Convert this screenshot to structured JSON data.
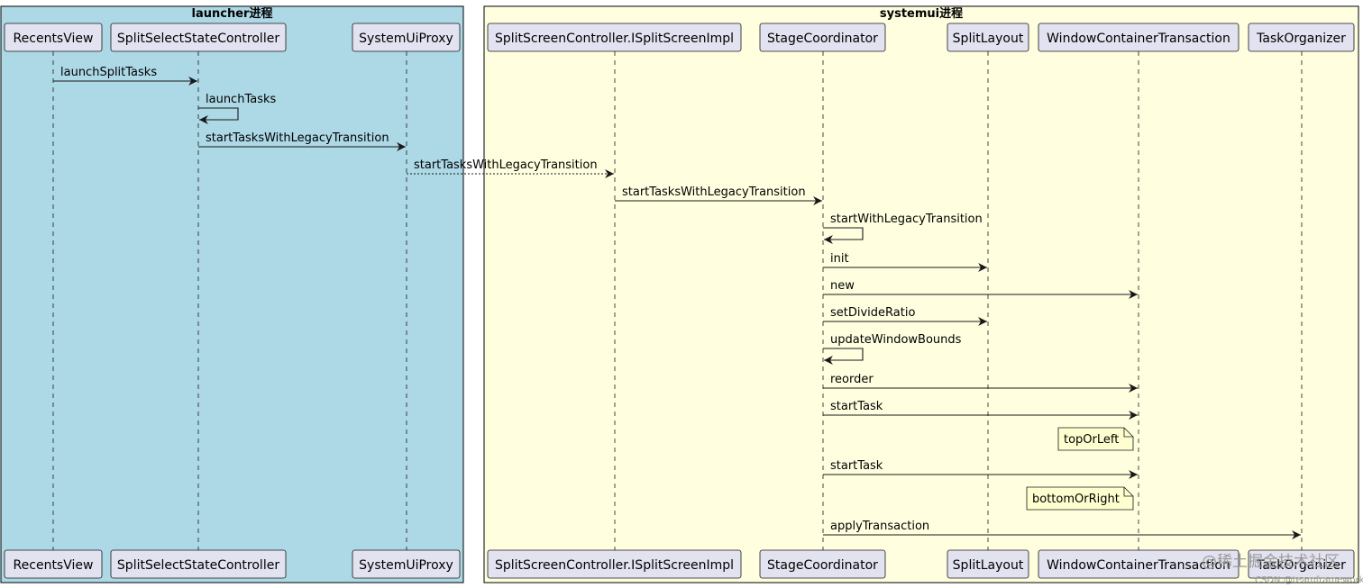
{
  "groups": [
    {
      "id": "launcher",
      "title": "launcher进程",
      "fill": "#add8e6"
    },
    {
      "id": "systemui",
      "title": "systemui进程",
      "fill": "#ffffe0"
    }
  ],
  "participants": [
    {
      "id": "recents",
      "label": "RecentsView",
      "group": "launcher"
    },
    {
      "id": "splitselect",
      "label": "SplitSelectStateController",
      "group": "launcher"
    },
    {
      "id": "sysproxy",
      "label": "SystemUiProxy",
      "group": "launcher"
    },
    {
      "id": "splitscreen",
      "label": "SplitScreenController.ISplitScreenImpl",
      "group": "systemui"
    },
    {
      "id": "stage",
      "label": "StageCoordinator",
      "group": "systemui"
    },
    {
      "id": "splitlayout",
      "label": "SplitLayout",
      "group": "systemui"
    },
    {
      "id": "wct",
      "label": "WindowContainerTransaction",
      "group": "systemui"
    },
    {
      "id": "taskorg",
      "label": "TaskOrganizer",
      "group": "systemui"
    }
  ],
  "messages": [
    {
      "from": "recents",
      "to": "splitselect",
      "label": "launchSplitTasks",
      "style": "solid"
    },
    {
      "from": "splitselect",
      "to": "splitselect",
      "label": "launchTasks",
      "style": "self"
    },
    {
      "from": "splitselect",
      "to": "sysproxy",
      "label": "startTasksWithLegacyTransition",
      "style": "solid"
    },
    {
      "from": "sysproxy",
      "to": "splitscreen",
      "label": "startTasksWithLegacyTransition",
      "style": "dashed"
    },
    {
      "from": "splitscreen",
      "to": "stage",
      "label": "startTasksWithLegacyTransition",
      "style": "solid"
    },
    {
      "from": "stage",
      "to": "stage",
      "label": "startWithLegacyTransition",
      "style": "self"
    },
    {
      "from": "stage",
      "to": "splitlayout",
      "label": "init",
      "style": "solid"
    },
    {
      "from": "stage",
      "to": "wct",
      "label": "new",
      "style": "solid"
    },
    {
      "from": "stage",
      "to": "splitlayout",
      "label": "setDivideRatio",
      "style": "solid"
    },
    {
      "from": "stage",
      "to": "stage",
      "label": "updateWindowBounds",
      "style": "self"
    },
    {
      "from": "stage",
      "to": "wct",
      "label": "reorder",
      "style": "solid"
    },
    {
      "from": "stage",
      "to": "wct",
      "label": "startTask",
      "style": "solid"
    },
    {
      "from": "stage",
      "to": "wct",
      "label": "startTask",
      "style": "solid"
    },
    {
      "from": "stage",
      "to": "taskorg",
      "label": "applyTransaction",
      "style": "solid"
    }
  ],
  "notes": [
    {
      "label": "topOrLeft",
      "attached_to": "wct",
      "after_message": 11
    },
    {
      "label": "bottomOrRight",
      "attached_to": "wct",
      "after_message": 12
    }
  ],
  "watermark": {
    "text": "@稀土掘金技术社区",
    "subtext": "CSDN @teamframework"
  },
  "colors": {
    "participant_fill": "#e2e2f0",
    "note_fill": "#fefece",
    "line": "#181818",
    "lifeline": "#181818"
  }
}
